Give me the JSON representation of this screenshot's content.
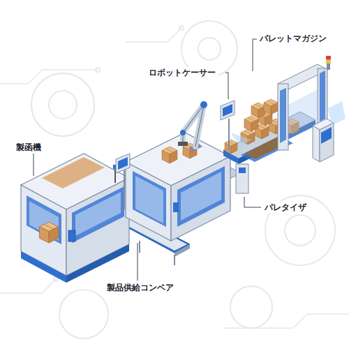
{
  "diagram": {
    "labels": [
      "パレットマガジン",
      "ロボットケーサー",
      "製函機",
      "パレタイザ",
      "製品供給コンベア"
    ]
  }
}
